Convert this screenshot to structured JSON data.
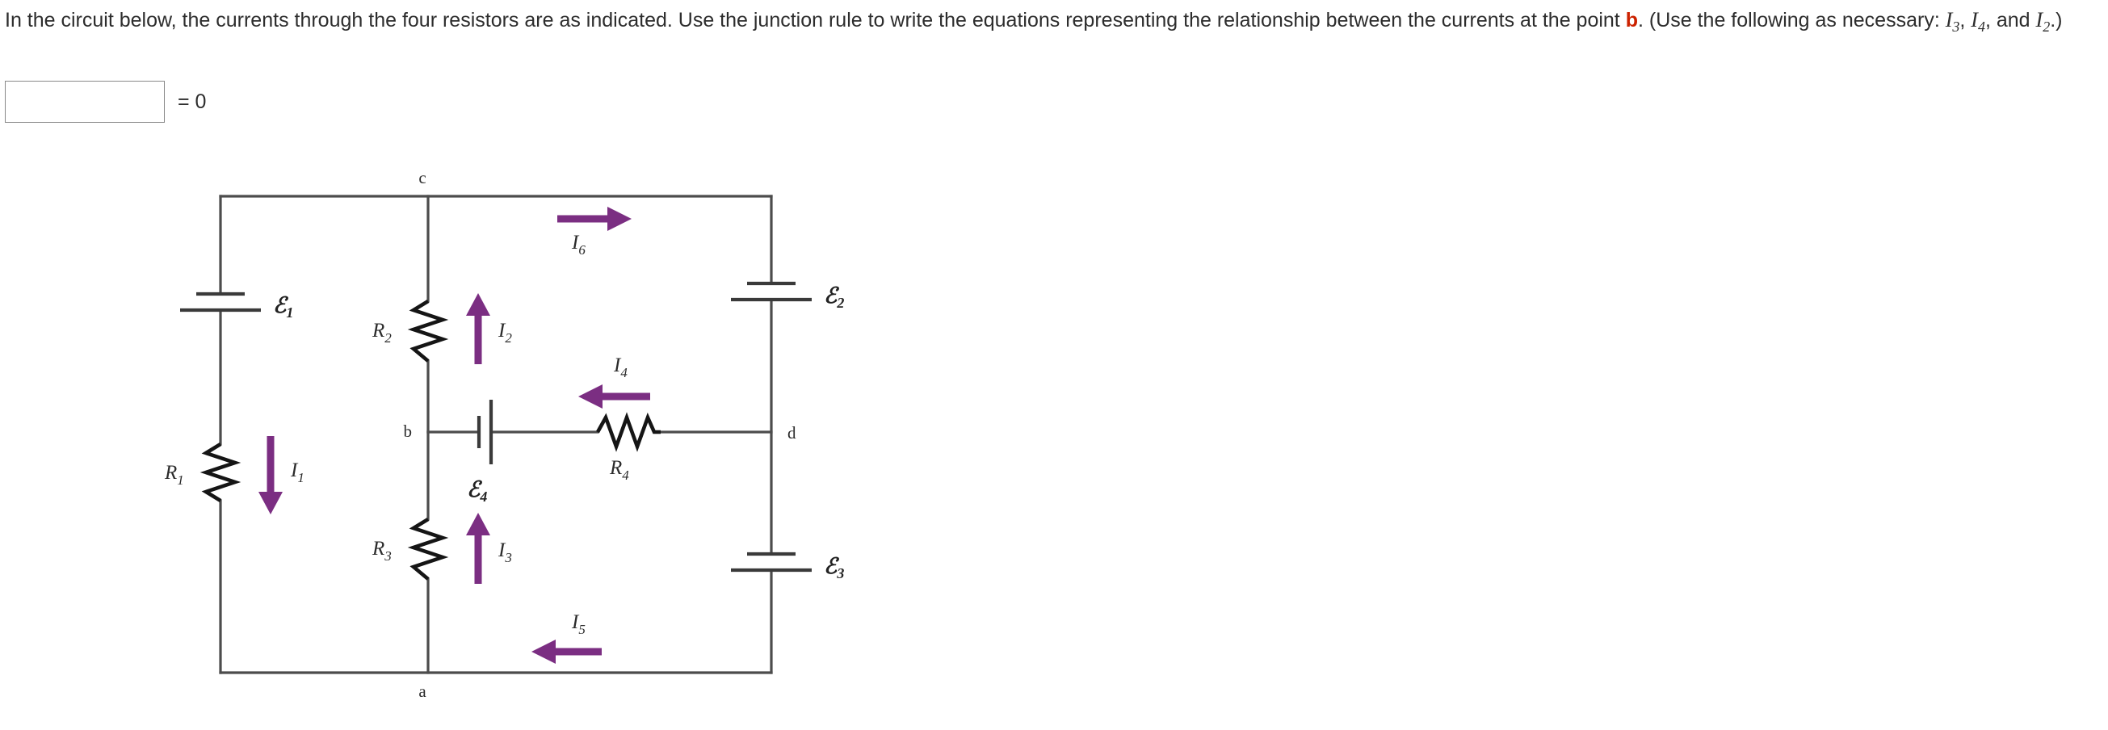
{
  "question": {
    "text_part1": "In the circuit below, the currents through the four resistors are as indicated. Use the junction rule to write the equations representing the relationship between the currents at the point ",
    "node_ref": "b",
    "text_part2": ". (Use the following as necessary: ",
    "var1": "I",
    "var1_sub": "3",
    "sep1": ", ",
    "var2": "I",
    "var2_sub": "4",
    "sep2": ", and ",
    "var3": "I",
    "var3_sub": "2",
    "text_part3": ".)"
  },
  "answer": {
    "value": "",
    "placeholder": "",
    "equals_zero": "= 0"
  },
  "circuit": {
    "nodes": [
      {
        "id": "a",
        "label": "a"
      },
      {
        "id": "b",
        "label": "b"
      },
      {
        "id": "c",
        "label": "c"
      },
      {
        "id": "d",
        "label": "d"
      }
    ],
    "resistors": [
      {
        "id": "R1",
        "label": "R",
        "sub": "1",
        "current": "I",
        "current_sub": "1",
        "direction": "down"
      },
      {
        "id": "R2",
        "label": "R",
        "sub": "2",
        "current": "I",
        "current_sub": "2",
        "direction": "up"
      },
      {
        "id": "R3",
        "label": "R",
        "sub": "3",
        "current": "I",
        "current_sub": "3",
        "direction": "up"
      },
      {
        "id": "R4",
        "label": "R",
        "sub": "4",
        "current": "I",
        "current_sub": "4",
        "direction": "left"
      }
    ],
    "batteries": [
      {
        "id": "E1",
        "symbol": "ℰ",
        "sub": "1"
      },
      {
        "id": "E2",
        "symbol": "ℰ",
        "sub": "2"
      },
      {
        "id": "E3",
        "symbol": "ℰ",
        "sub": "3"
      },
      {
        "id": "E4",
        "symbol": "ℰ",
        "sub": "4"
      }
    ],
    "wire_currents": [
      {
        "id": "I6",
        "label": "I",
        "sub": "6",
        "direction": "right",
        "location": "top-wire"
      },
      {
        "id": "I5",
        "label": "I",
        "sub": "5",
        "direction": "left",
        "location": "bottom-wire"
      }
    ],
    "colors": {
      "arrow_purple": "#7b2e82",
      "wire_gray": "#4c4c4c",
      "resistor_black": "#151515",
      "node_red": "#cc2200"
    }
  }
}
